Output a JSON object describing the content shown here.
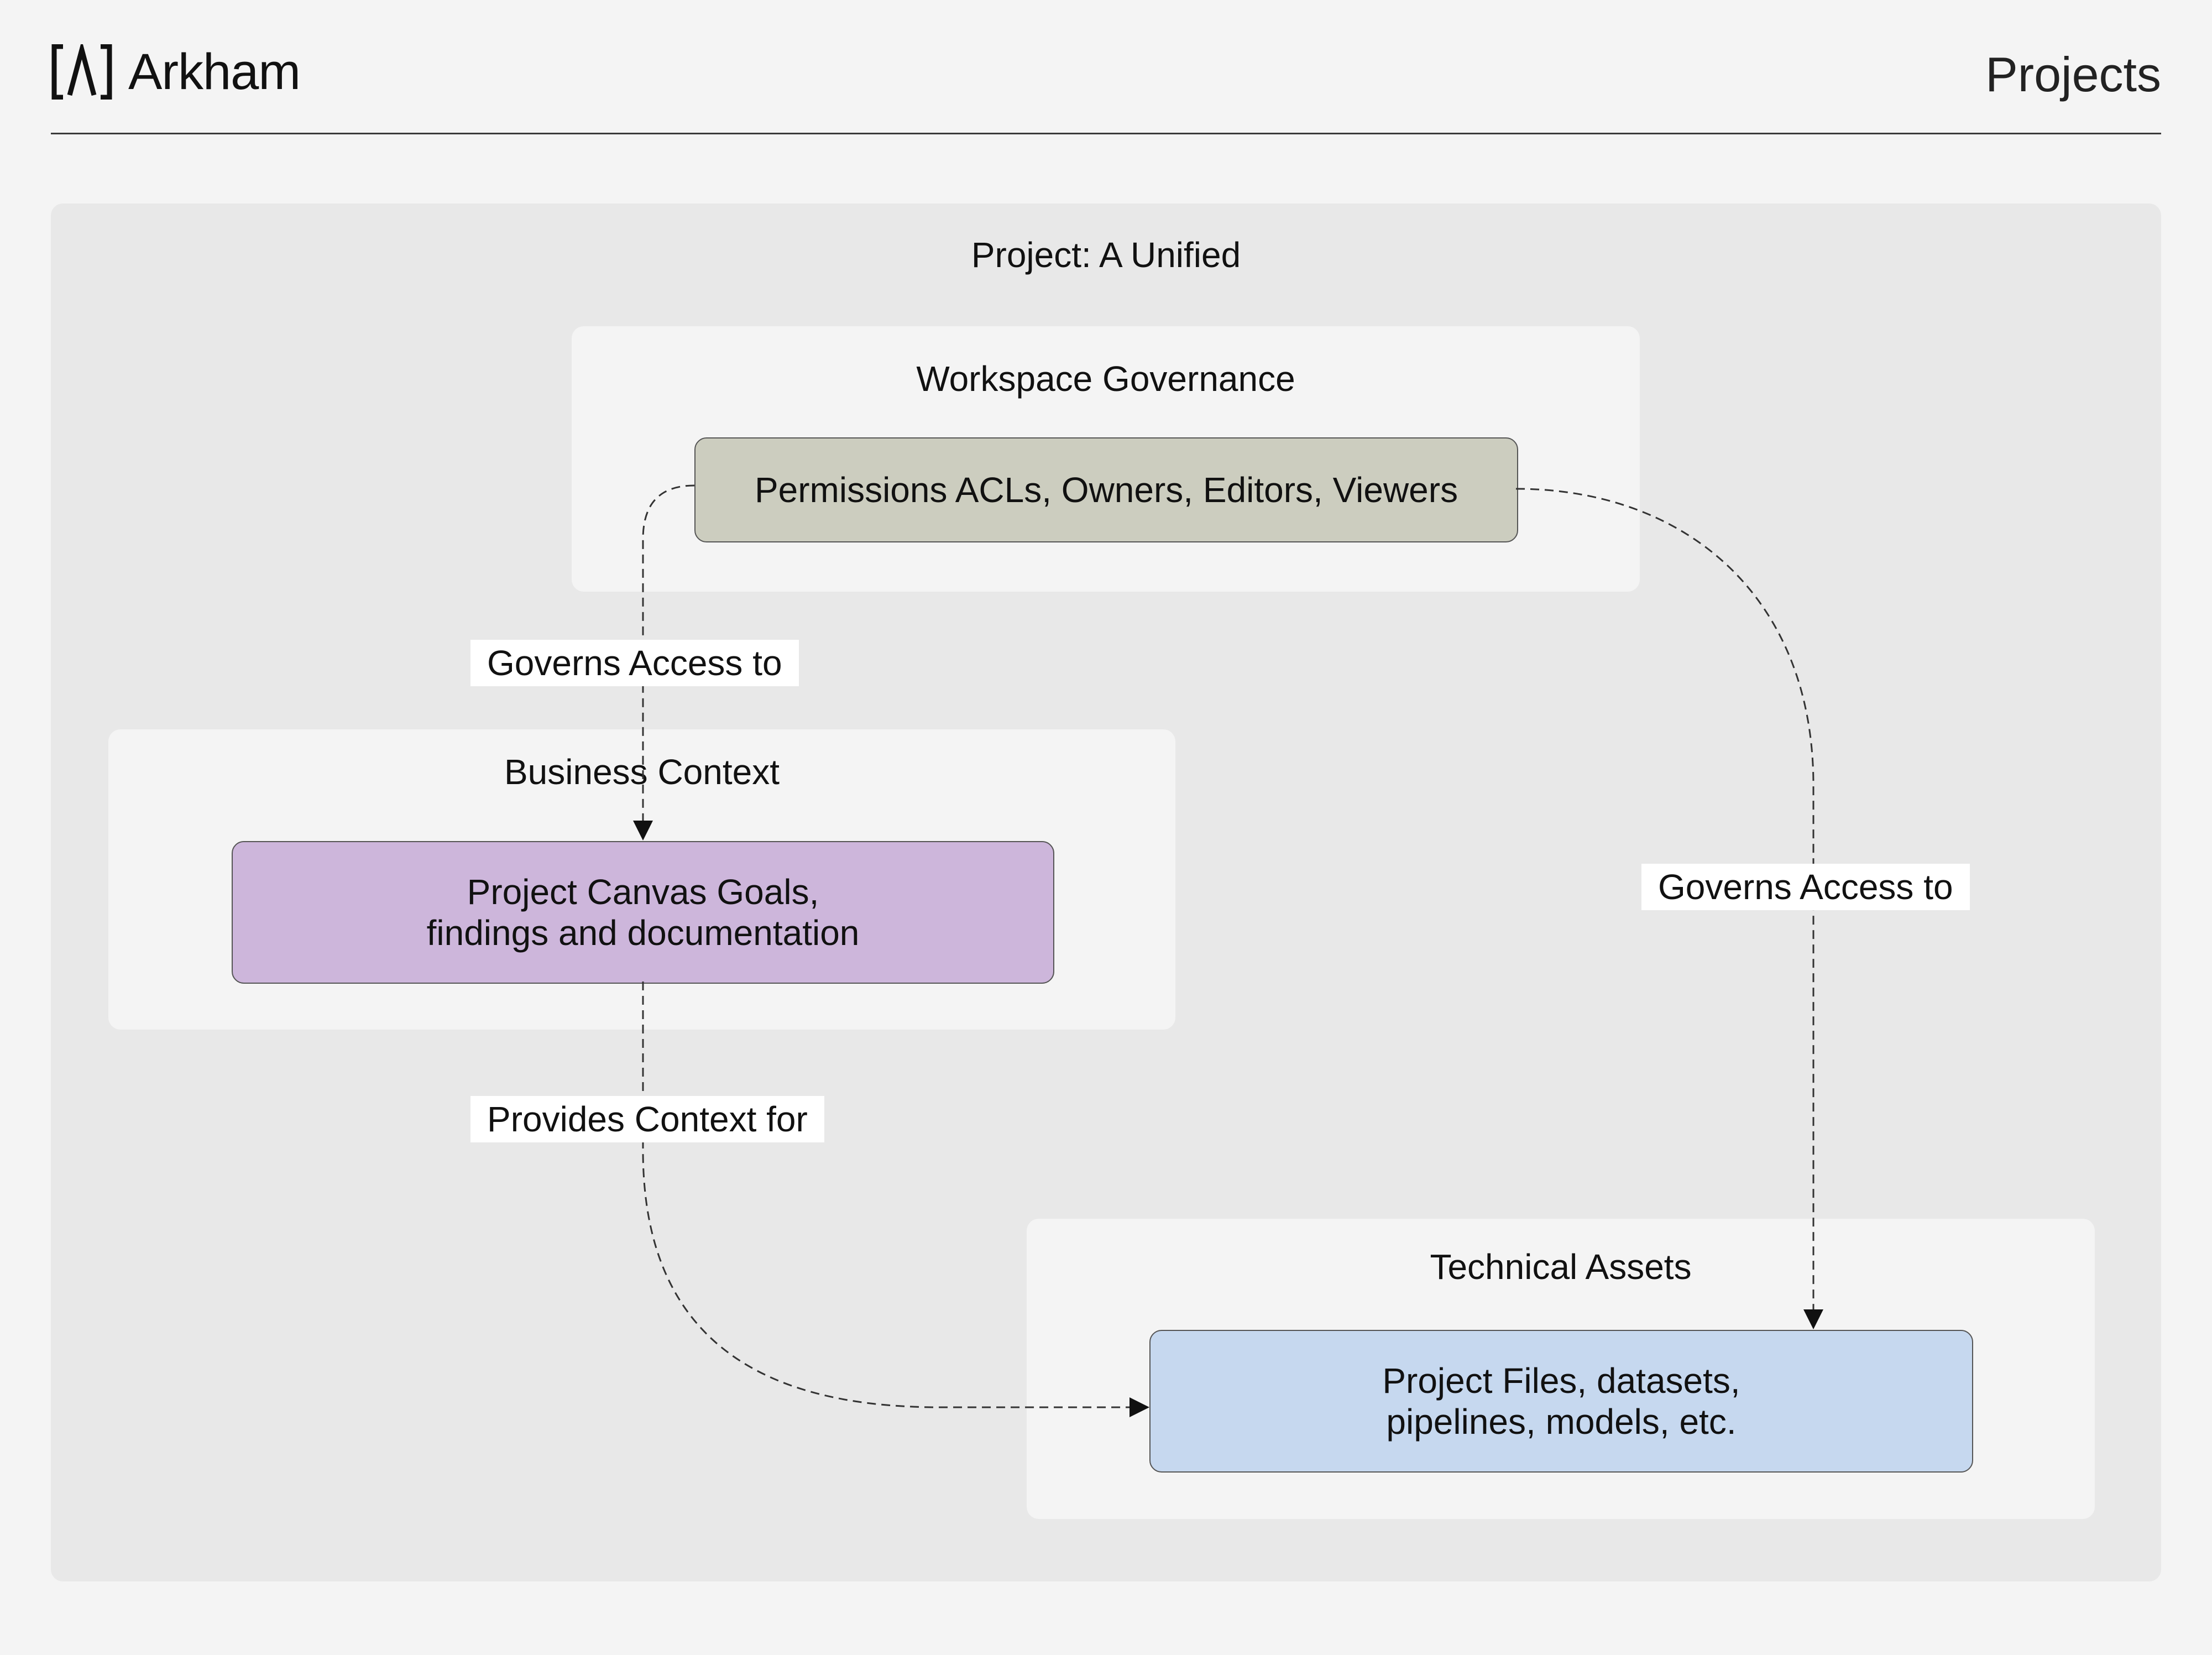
{
  "header": {
    "logo_mark": "[Λ]",
    "brand": "Arkham",
    "title": "Projects"
  },
  "diagram": {
    "title": "Project: A Unified",
    "groups": {
      "governance": {
        "title": "Workspace Governance",
        "node": {
          "label": "Permissions ACLs, Owners, Editors, Viewers"
        }
      },
      "business": {
        "title": "Business Context",
        "node": {
          "line1": "Project Canvas Goals,",
          "line2": "findings and documentation"
        }
      },
      "technical": {
        "title": "Technical Assets",
        "node": {
          "line1": "Project Files, datasets,",
          "line2": "pipelines, models, etc."
        }
      }
    },
    "edges": [
      {
        "from": "Permissions ACLs, Owners, Editors, Viewers",
        "to": "Project Canvas Goals, findings and documentation",
        "label": "Governs Access to"
      },
      {
        "from": "Permissions ACLs, Owners, Editors, Viewers",
        "to": "Project Files, datasets, pipelines, models, etc.",
        "label": "Governs Access to"
      },
      {
        "from": "Project Canvas Goals, findings and documentation",
        "to": "Project Files, datasets, pipelines, models, etc.",
        "label": "Provides Context for"
      }
    ]
  },
  "colors": {
    "background": "#f4f4f4",
    "outer_panel": "#e8e8e8",
    "group_panel": "#f4f4f4",
    "permissions_node": "#cccdbf",
    "canvas_node": "#cdb6db",
    "files_node": "#c6d8ef",
    "edge": "#333333"
  }
}
